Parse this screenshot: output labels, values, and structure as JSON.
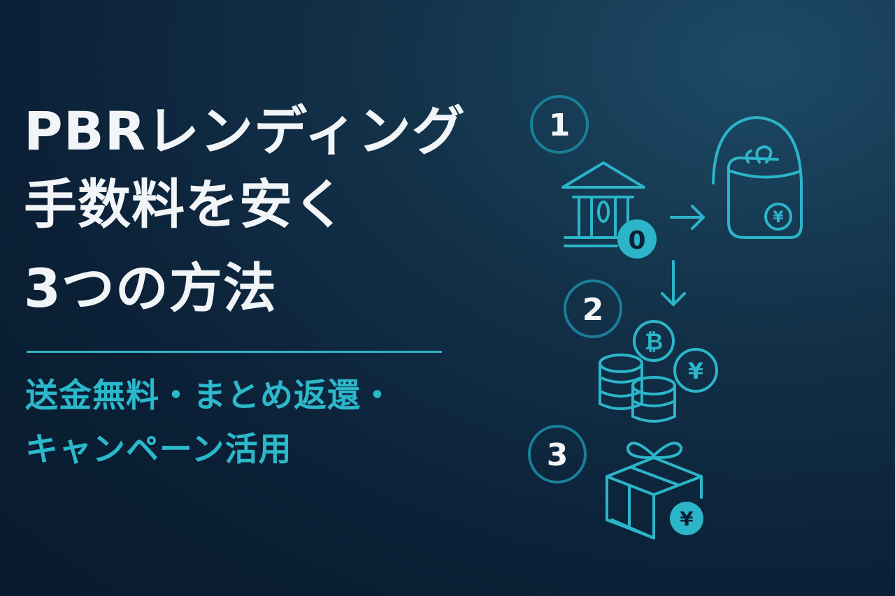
{
  "title": {
    "line1": "PBRレンディング",
    "line2": "手数料を安く",
    "line3": "3つの方法"
  },
  "subtitle": {
    "line1": "送金無料・まとめ返還・",
    "line2": "キャンペーン活用"
  },
  "steps": [
    {
      "number": "1",
      "icon": "bank-icon"
    },
    {
      "number": "2",
      "icon": "coins-icon"
    },
    {
      "number": "3",
      "icon": "gift-icon"
    }
  ],
  "icon_labels": {
    "bank_badge": "0",
    "yen_symbol": "¥",
    "bitcoin_symbol": "₿"
  },
  "colors": {
    "background": "#0b2036",
    "accent": "#2cb5c9",
    "text": "#f2f5f7",
    "circle_stroke": "#1a7f99"
  }
}
